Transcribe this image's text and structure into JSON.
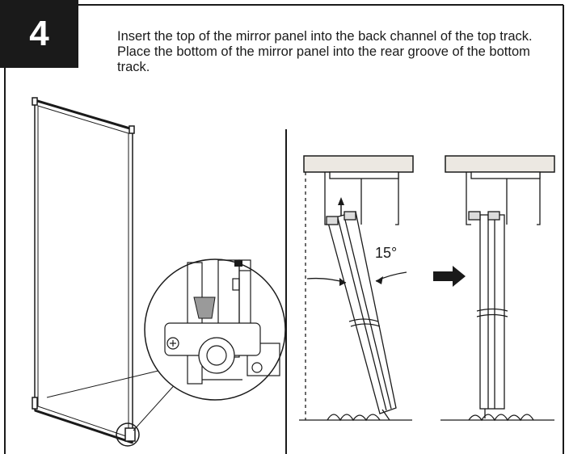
{
  "step": {
    "number": "4",
    "instruction": "Insert the top of the mirror panel into the back channel of the top track. Place the bottom of the mirror panel into the rear groove of the bottom track."
  },
  "diagram": {
    "angle_label": "15°"
  },
  "colors": {
    "ink": "#1a1a1a",
    "step_box": "#1a1a1a",
    "ceiling_fill": "#ece8e2",
    "handle_gray": "#9a9a9a"
  }
}
